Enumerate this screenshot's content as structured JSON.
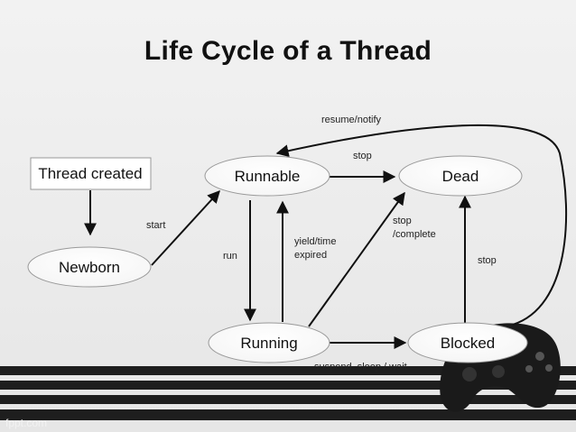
{
  "title": "Life Cycle of a Thread",
  "nodes": {
    "thread_created": "Thread created",
    "newborn": "Newborn",
    "runnable": "Runnable",
    "running": "Running",
    "dead": "Dead",
    "blocked": "Blocked"
  },
  "edges": {
    "start": "start",
    "run": "run",
    "yield_1": "yield/time",
    "yield_2": "expired",
    "stop_runnable_dead": "stop",
    "stop_running_1": "stop",
    "stop_running_2": "/complete",
    "stop_blocked_dead": "stop",
    "suspend": "suspend, sleep / wait",
    "resume": "resume/notify"
  },
  "footer": "fppt.com",
  "colors": {
    "background": "#eeeeee",
    "node_fill": "#ffffff",
    "stroke": "#111111",
    "stripe": "#1e1e1e"
  },
  "icons": [
    "gamepad-icon"
  ]
}
